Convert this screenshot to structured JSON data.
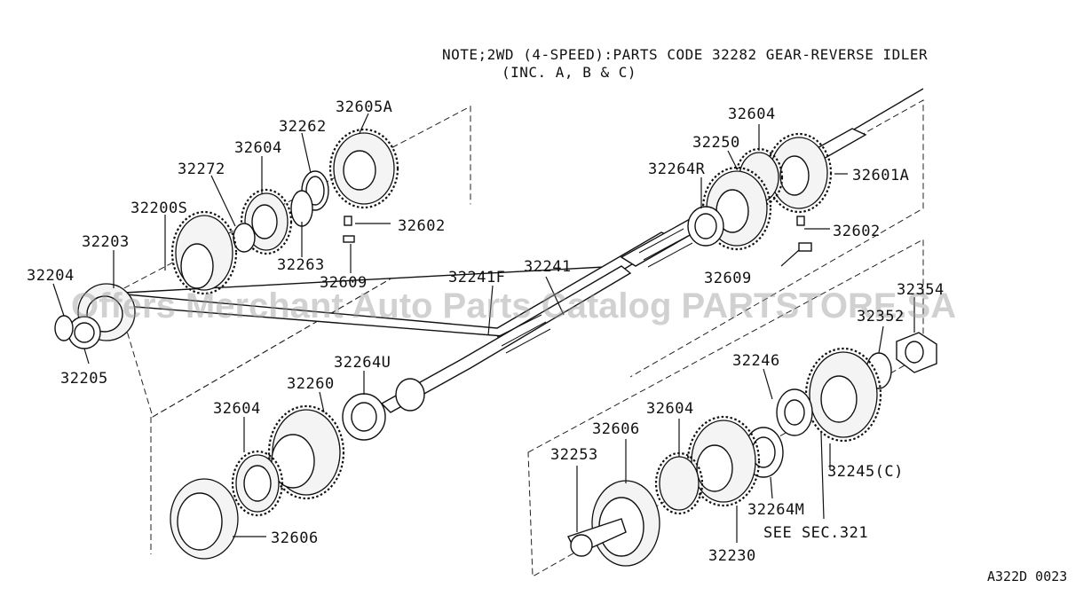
{
  "note": {
    "line1": "NOTE;2WD (4-SPEED):PARTS CODE  32282  GEAR-REVERSE IDLER",
    "line2": "(INC. A, B & C)"
  },
  "watermark": "Offers Merchant Auto Parts Catalog PARTSTORE.SA",
  "diagram_code": "A322D 0023",
  "labels": {
    "p32605A": "32605A",
    "p32262": "32262",
    "p32604_top": "32604",
    "p32272": "32272",
    "p32200S": "32200S",
    "p32203": "32203",
    "p32204": "32204",
    "p32205": "32205",
    "p32602_left": "32602",
    "p32263": "32263",
    "p32609_left": "32609",
    "p32604_right": "32604",
    "p32250": "32250",
    "p32264R": "32264R",
    "p32601A": "32601A",
    "p32602_right": "32602",
    "p32609_right": "32609",
    "p32241F": "32241F",
    "p32241": "32241",
    "p32354": "32354",
    "p32352": "32352",
    "p32264U": "32264U",
    "p32260": "32260",
    "p32604_left_low": "32604",
    "p32606_left": "32606",
    "p32246": "32246",
    "p32604_low_right": "32604",
    "p32606_right": "32606",
    "p32253": "32253",
    "p32245C": "32245(C)",
    "p32264M": "32264M",
    "see_sec": "SEE SEC.321",
    "p32230": "32230"
  }
}
